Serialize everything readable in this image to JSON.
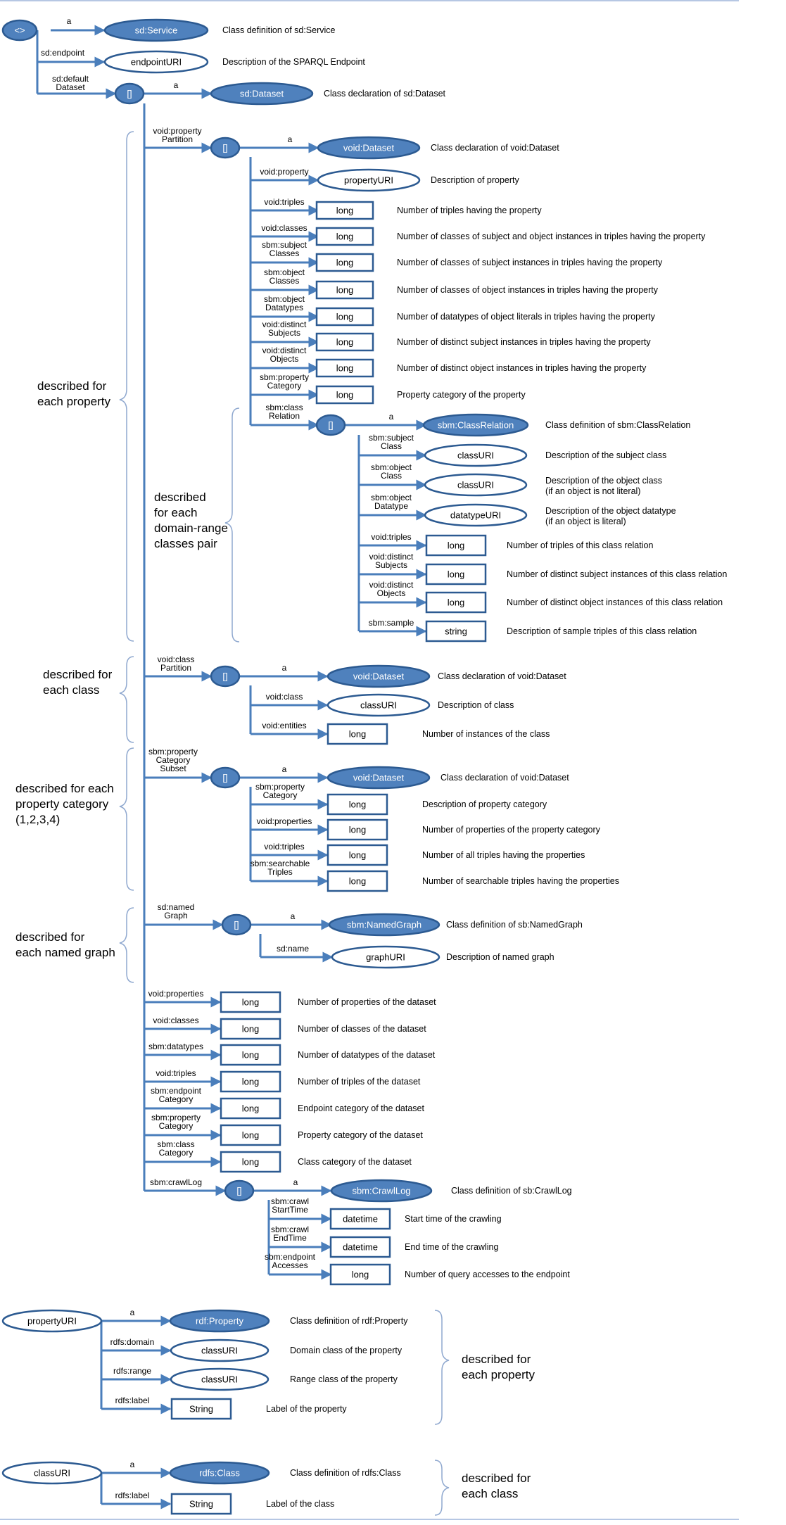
{
  "colors": {
    "node_fill": "#4f81bd",
    "node_stroke": "#2c5a91",
    "edge": "#4a7ebb",
    "brace": "#8fa8cf",
    "text": "#000000"
  },
  "icons": {
    "arrowhead": "arrowhead-icon",
    "brace": "curly-brace-icon"
  },
  "nodes": {
    "root": "<>",
    "sd_service": "sd:Service",
    "endpoint_uri": "endpointURI",
    "default_dataset": "[]",
    "sd_dataset": "sd:Dataset",
    "pp_blank": "[]",
    "pp_void_dataset": "void:Dataset",
    "pp_property_uri": "propertyURI",
    "pp_long1": "long",
    "pp_long2": "long",
    "pp_long3": "long",
    "pp_long4": "long",
    "pp_long5": "long",
    "pp_long6": "long",
    "pp_long7": "long",
    "pp_long8": "long",
    "cr_blank": "[]",
    "cr_class_relation": "sbm:ClassRelation",
    "cr_class_uri1": "classURI",
    "cr_class_uri2": "classURI",
    "cr_datatype_uri": "datatypeURI",
    "cr_long1": "long",
    "cr_long2": "long",
    "cr_long3": "long",
    "cr_string": "string",
    "cp_blank": "[]",
    "cp_void_dataset": "void:Dataset",
    "cp_class_uri": "classURI",
    "cp_long": "long",
    "pc_blank": "[]",
    "pc_void_dataset": "void:Dataset",
    "pc_long1": "long",
    "pc_long2": "long",
    "pc_long3": "long",
    "pc_long4": "long",
    "ng_blank": "[]",
    "ng_named_graph": "sbm:NamedGraph",
    "ng_graph_uri": "graphURI",
    "ds_long1": "long",
    "ds_long2": "long",
    "ds_long3": "long",
    "ds_long4": "long",
    "ds_long5": "long",
    "ds_long6": "long",
    "ds_long7": "long",
    "cl_blank": "[]",
    "cl_crawl_log": "sbm:CrawlLog",
    "cl_datetime1": "datetime",
    "cl_datetime2": "datetime",
    "cl_long": "long",
    "p2_property_uri": "propertyURI",
    "p2_rdf_property": "rdf:Property",
    "p2_class_uri1": "classURI",
    "p2_class_uri2": "classURI",
    "p2_string": "String",
    "c2_class_uri": "classURI",
    "c2_rdfs_class": "rdfs:Class",
    "c2_string": "String"
  },
  "edge_labels": {
    "a1": "a",
    "endpoint": "sd:endpoint",
    "default1": "sd:default",
    "default2": "Dataset",
    "a2": "a",
    "vpp1": "void:property",
    "vpp2": "Partition",
    "a3": "a",
    "vprop": "void:property",
    "vtriples": "void:triples",
    "vclasses": "void:classes",
    "ssc1": "sbm:subject",
    "ssc2": "Classes",
    "soc1": "sbm:object",
    "soc2": "Classes",
    "sod1": "sbm:object",
    "sod2": "Datatypes",
    "vds1": "void:distinct",
    "vds2": "Subjects",
    "vdo1": "void:distinct",
    "vdo2": "Objects",
    "spc1": "sbm:property",
    "spc2": "Category",
    "scr1": "sbm:class",
    "scr2": "Relation",
    "a4": "a",
    "csc1": "sbm:subject",
    "csc2": "Class",
    "coc1": "sbm:object",
    "coc2": "Class",
    "cod1": "sbm:object",
    "cod2": "Datatype",
    "ctr": "void:triples",
    "cds1": "void:distinct",
    "cds2": "Subjects",
    "cdo1": "void:distinct",
    "cdo2": "Objects",
    "csample": "sbm:sample",
    "vcp1": "void:class",
    "vcp2": "Partition",
    "a5": "a",
    "vclass": "void:class",
    "ventities": "void:entities",
    "spcs1": "sbm:property",
    "spcs2": "Category",
    "spcs3": "Subset",
    "a6": "a",
    "pcc1": "sbm:property",
    "pcc2": "Category",
    "pcprops": "void:properties",
    "pctriples": "void:triples",
    "pcst1": "sbm:searchable",
    "pcst2": "Triples",
    "sng1": "sd:named",
    "sng2": "Graph",
    "a7": "a",
    "sdname": "sd:name",
    "dsprops": "void:properties",
    "dsclasses": "void:classes",
    "dsdt": "sbm:datatypes",
    "dstriples": "void:triples",
    "dsec1": "sbm:endpoint",
    "dsec2": "Category",
    "dspc1": "sbm:property",
    "dspc2": "Category",
    "dscc1": "sbm:class",
    "dscc2": "Category",
    "crawl": "sbm:crawlLog",
    "a8": "a",
    "cst1": "sbm:crawl",
    "cst2": "StartTime",
    "cet1": "sbm:crawl",
    "cet2": "EndTime",
    "cea1": "sbm:endpoint",
    "cea2": "Accesses",
    "a9": "a",
    "rdom": "rdfs:domain",
    "rrange": "rdfs:range",
    "rlabel": "rdfs:label",
    "a10": "a",
    "rlabel2": "rdfs:label"
  },
  "descriptions": {
    "d1": "Class definition of sd:Service",
    "d2": "Description of the SPARQL Endpoint",
    "d3": "Class declaration of sd:Dataset",
    "p1": "Class declaration of void:Dataset",
    "p2": "Description of property",
    "p3": "Number of triples having the property",
    "p4": "Number of classes of subject and object instances in triples having the property",
    "p5": "Number of classes of subject instances in triples having the property",
    "p6": "Number of classes of object instances in triples having the property",
    "p7": "Number of datatypes of object literals in triples having the property",
    "p8": "Number of distinct subject instances in triples having the property",
    "p9": "Number of distinct object instances in triples having the property",
    "p10": "Property category of the property",
    "r1": "Class definition of sbm:ClassRelation",
    "r2": "Description of the subject class",
    "r3a": "Description of the object class",
    "r3b": "(if an object is not literal)",
    "r4a": "Description of the object datatype",
    "r4b": "(if an object is literal)",
    "r5": "Number of triples of this class relation",
    "r6": "Number of distinct subject instances of this class relation",
    "r7": "Number of distinct object instances of this class relation",
    "r8": "Description of sample triples of this class relation",
    "c1": "Class declaration of void:Dataset",
    "c2": "Description of class",
    "c3": "Number of instances of the class",
    "g1": "Class declaration of void:Dataset",
    "g2": "Description of property category",
    "g3": "Number of properties of the property category",
    "g4": "Number of all triples having the properties",
    "g5": "Number of searchable triples having the properties",
    "n1": "Class definition of sb:NamedGraph",
    "n2": "Description of named graph",
    "s1": "Number of properties of the dataset",
    "s2": "Number of classes of the dataset",
    "s3": "Number of datatypes of the dataset",
    "s4": "Number of triples of the dataset",
    "s5": "Endpoint category of the dataset",
    "s6": "Property category of the dataset",
    "s7": "Class category of the dataset",
    "l1": "Class definition of sb:CrawlLog",
    "l2": "Start time of the crawling",
    "l3": "End time of the crawling",
    "l4": "Number of query accesses to the endpoint",
    "q1": "Class definition of rdf:Property",
    "q2": "Domain class of the property",
    "q3": "Range class of the property",
    "q4": "Label of the property",
    "k1": "Class definition of rdfs:Class",
    "k2": "Label of the class"
  },
  "groups": {
    "g_prop1": "described for",
    "g_prop2": "each property",
    "g_dr1": "described",
    "g_dr2": "for each",
    "g_dr3": "domain-range",
    "g_dr4": "classes pair",
    "g_cls1": "described for",
    "g_cls2": "each class",
    "g_pc1": "described for each",
    "g_pc2": "property category",
    "g_pc3": "(1,2,3,4)",
    "g_ng1": "described for",
    "g_ng2": "each named graph",
    "g_p2a": "described for",
    "g_p2b": "each property",
    "g_c2a": "described for",
    "g_c2b": "each class"
  }
}
